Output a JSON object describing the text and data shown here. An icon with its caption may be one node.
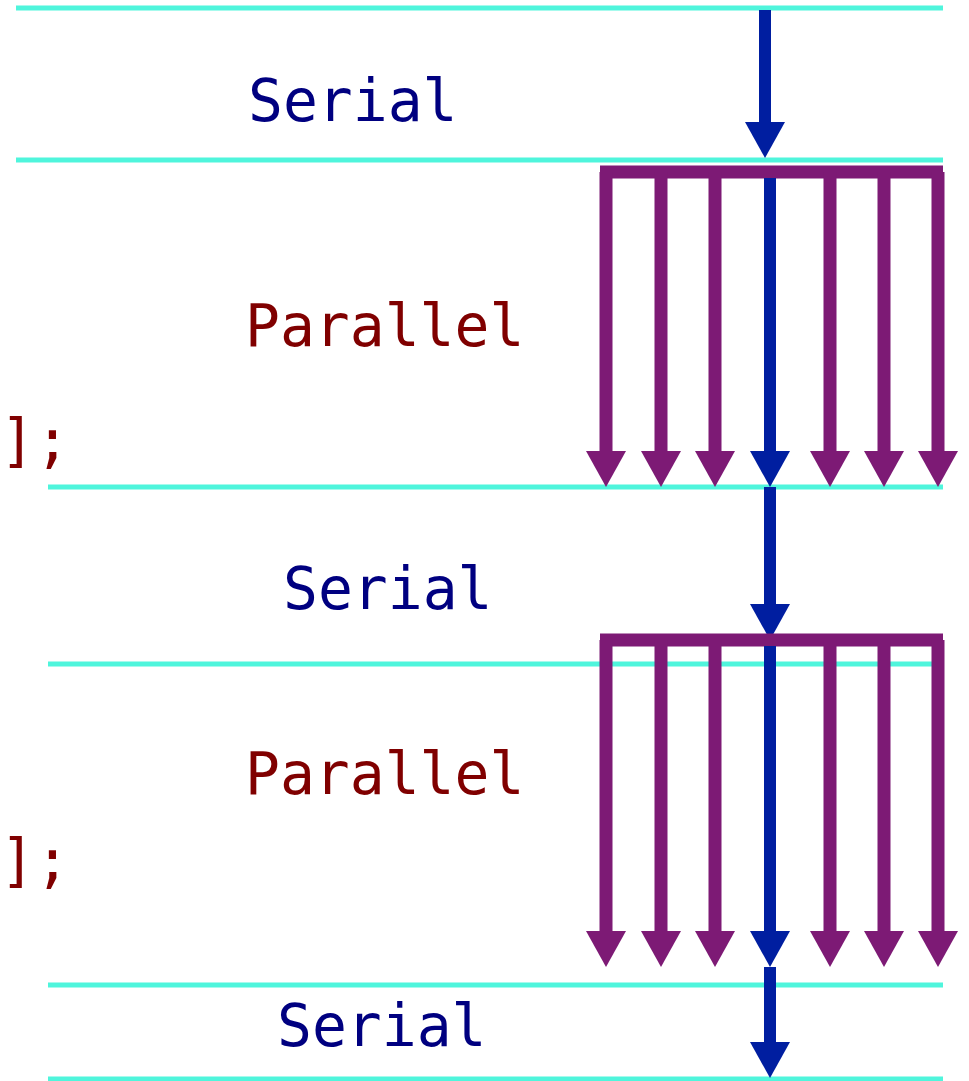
{
  "diagram": {
    "labels": [
      "Serial",
      "Parallel",
      "];",
      "Serial",
      "Parallel",
      "];",
      "Serial"
    ]
  }
}
